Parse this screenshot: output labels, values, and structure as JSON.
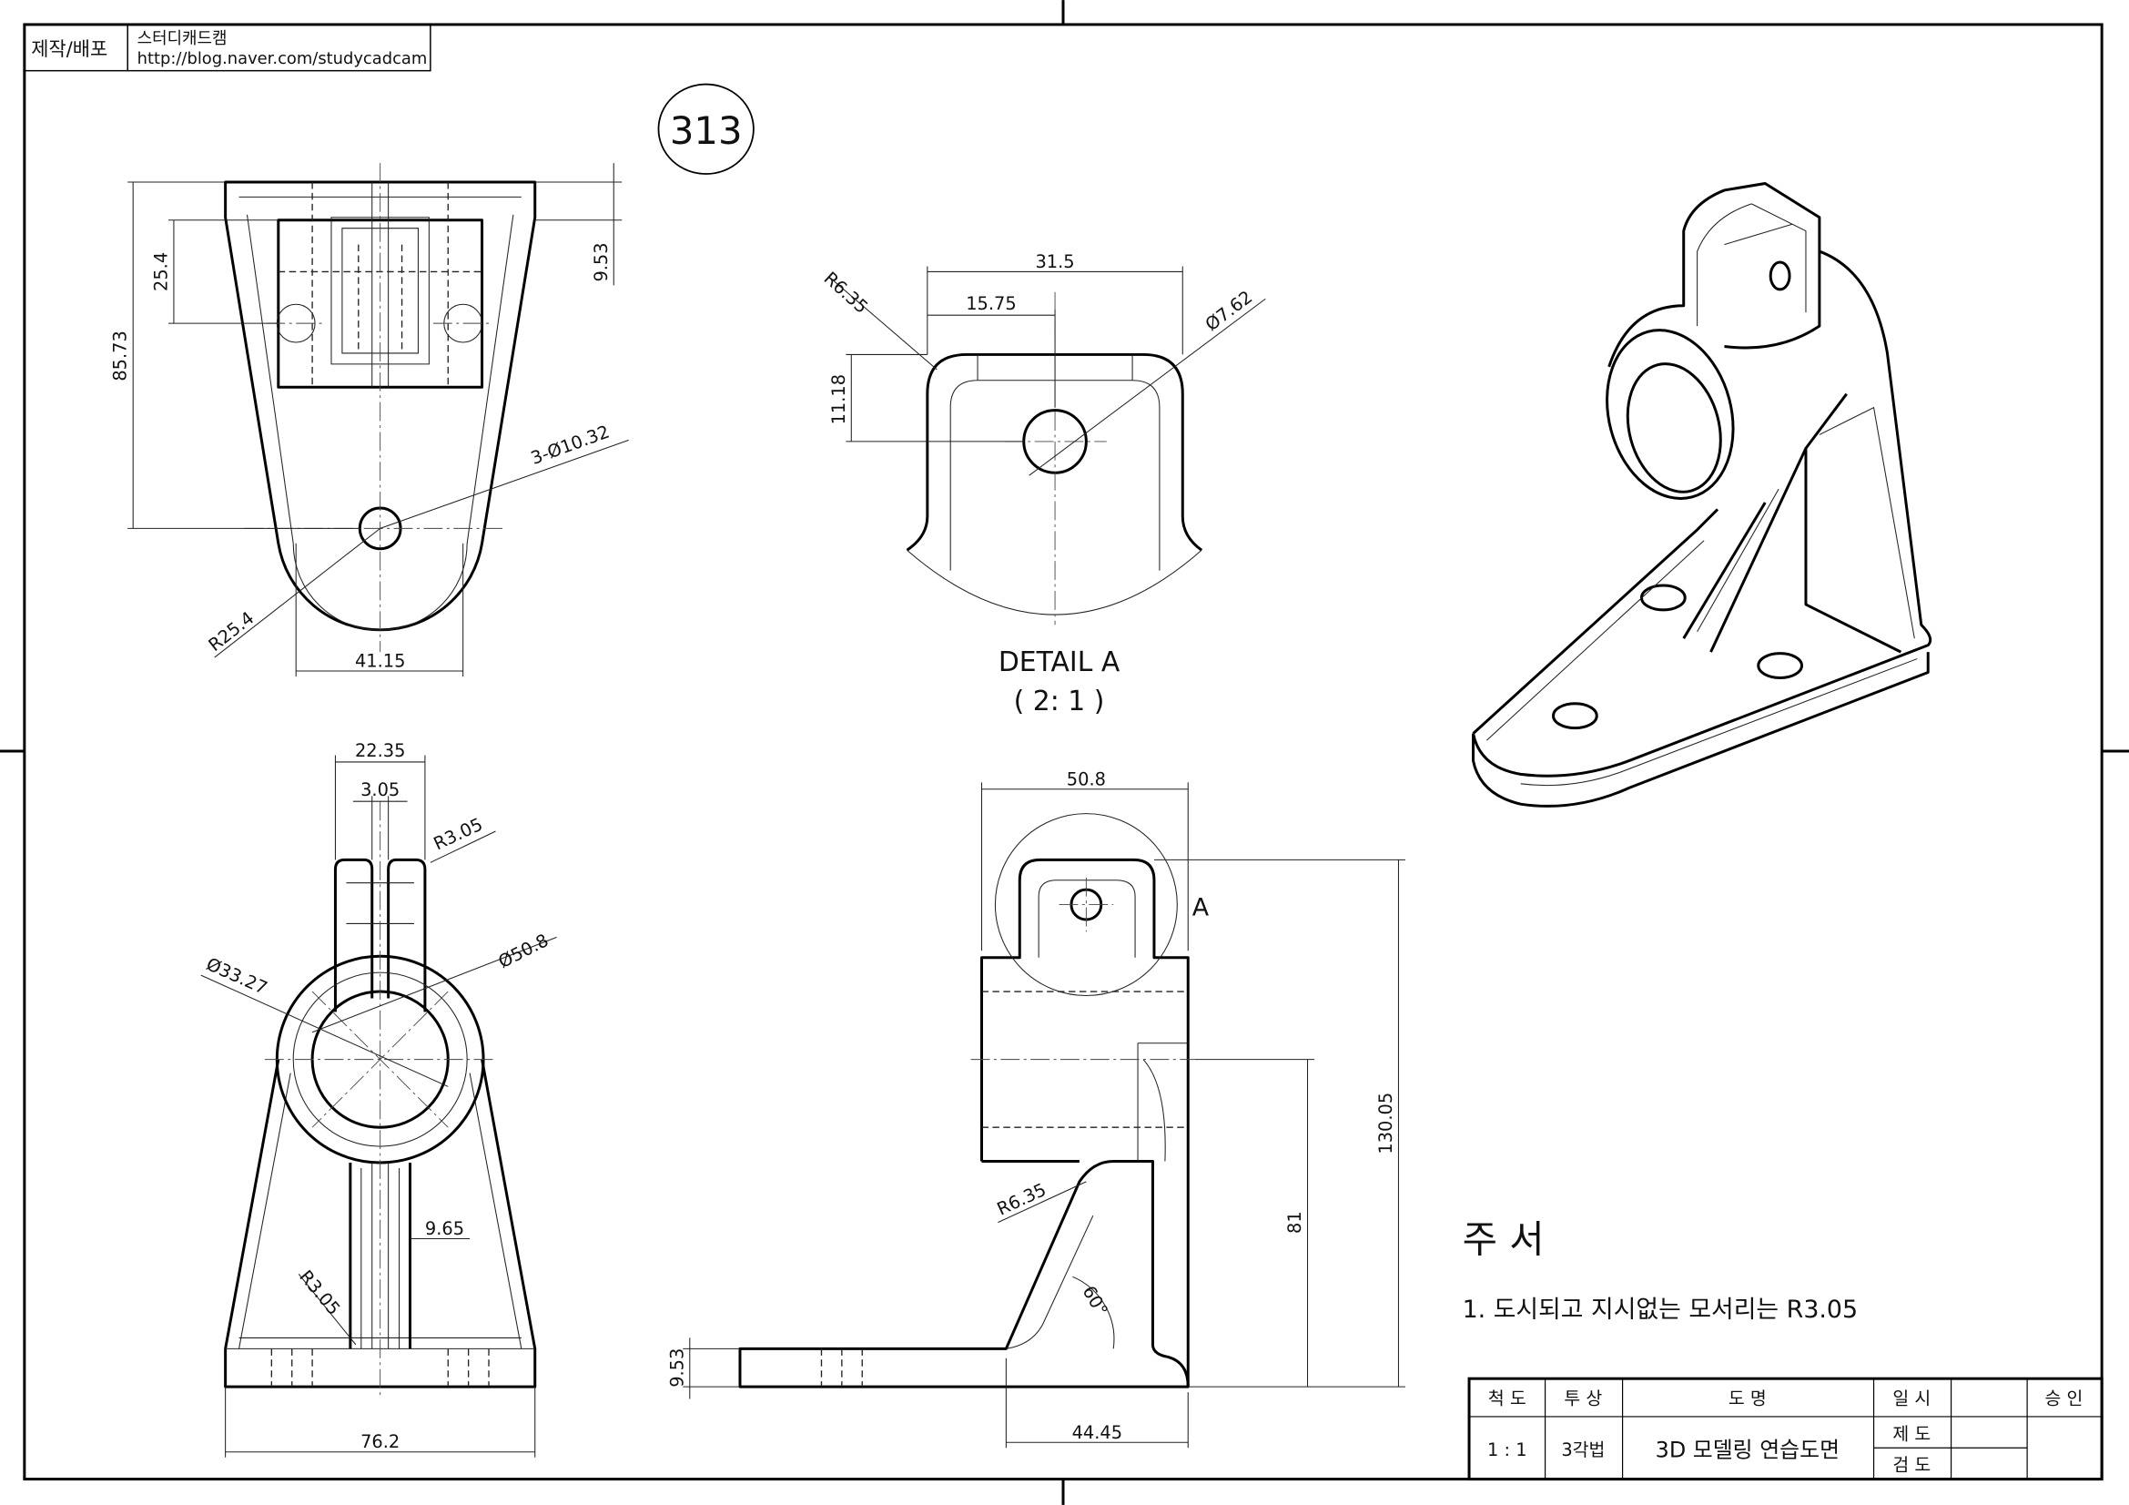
{
  "header": {
    "label": "제작/배포",
    "author": "스터디캐드캠",
    "url": "http://blog.naver.com/studycadcam"
  },
  "drawing_number": "313",
  "top_view": {
    "dims": {
      "d85_73": "85.73",
      "d25_4": "25.4",
      "d9_53": "9.53",
      "d41_15": "41.15",
      "r25_4": "R25.4",
      "holes": "3-Ø10.32"
    }
  },
  "detail_a": {
    "title": "DETAIL A",
    "scale": "( 2: 1 )",
    "dims": {
      "d31_5": "31.5",
      "d15_75": "15.75",
      "d11_18": "11.18",
      "r6_35": "R6.35",
      "dia7_62": "Ø7.62"
    }
  },
  "front_view": {
    "dims": {
      "d22_35": "22.35",
      "d3_05": "3.05",
      "r3_05_top": "R3.05",
      "dia33_27": "Ø33.27",
      "dia50_8": "Ø50.8",
      "d9_65": "9.65",
      "r3_05_rib": "R3.05",
      "d76_2": "76.2"
    }
  },
  "side_view": {
    "dims": {
      "d50_8": "50.8",
      "d130_05": "130.05",
      "d81": "81",
      "d44_45": "44.45",
      "d9_53": "9.53",
      "r6_35": "R6.35",
      "angle": "60°",
      "detail_ref": "A"
    }
  },
  "notes": {
    "title": "주  서",
    "items": [
      "1. 도시되고 지시없는 모서리는 R3.05"
    ]
  },
  "title_block": {
    "scale_label": "척  도",
    "projection_label": "투  상",
    "name_label": "도        명",
    "date_label": "일  시",
    "approval_label": "승  인",
    "scale_value": "1 : 1",
    "projection_value": "3각법",
    "name_value": "3D 모델링 연습도면",
    "drafted_label": "제  도",
    "checked_label": "검  도"
  }
}
